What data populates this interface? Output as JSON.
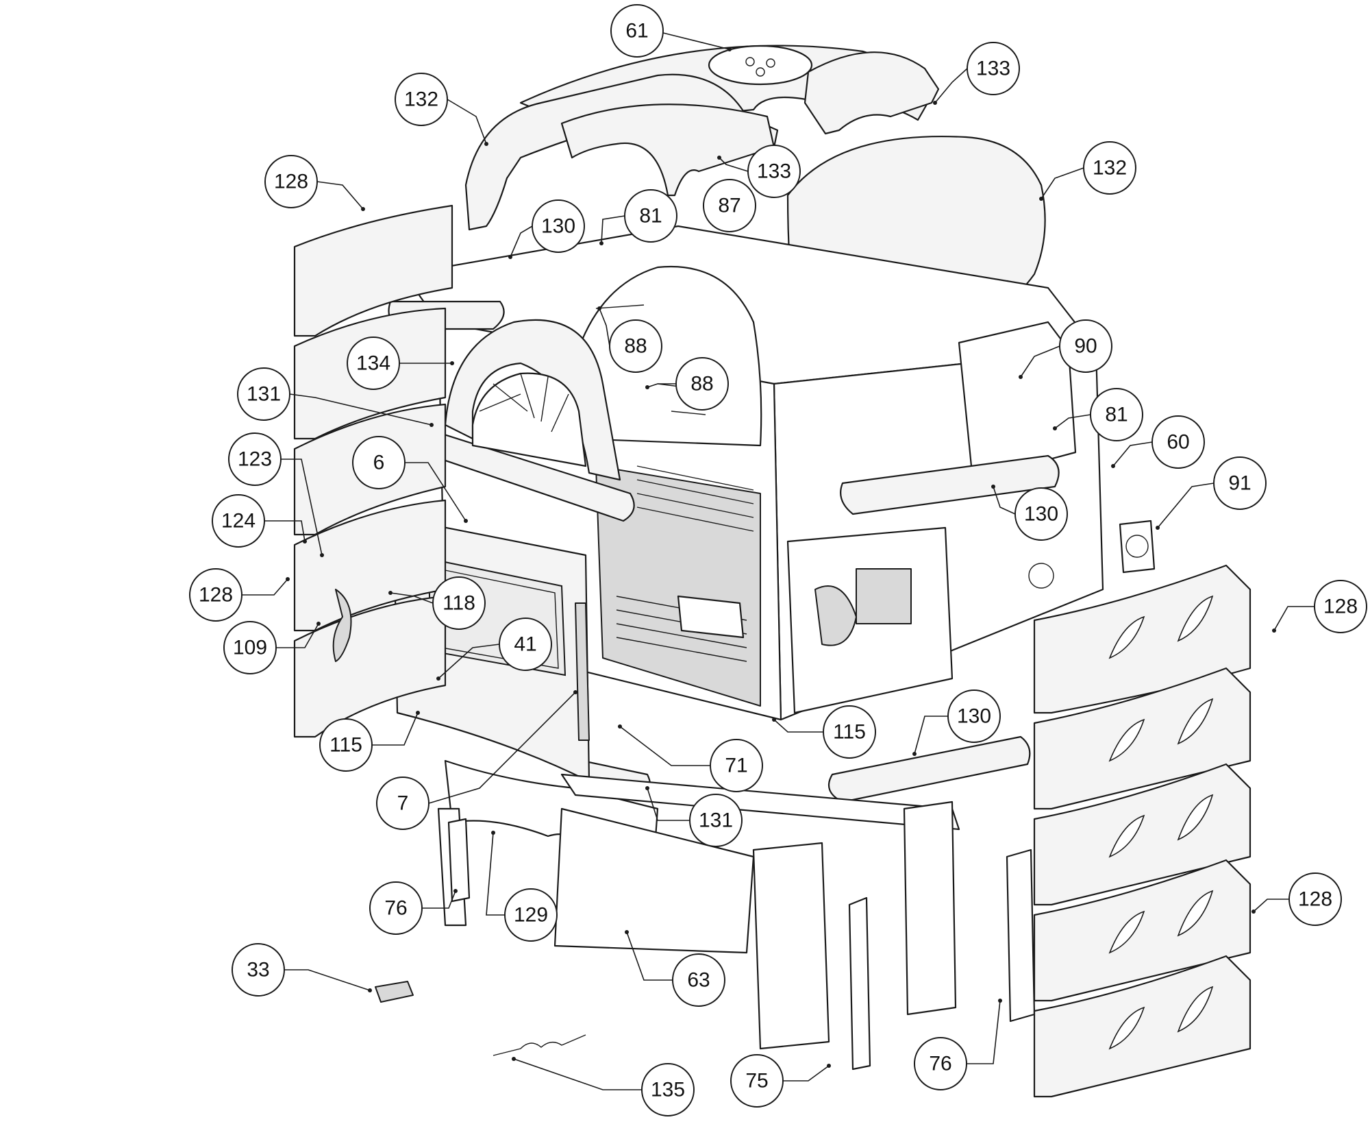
{
  "diagram": {
    "type": "exploded-parts-view",
    "colors": {
      "line": "#1a1a1a",
      "fill": "#f4f4f4",
      "background": "#ffffff"
    },
    "callouts": [
      {
        "label": "61"
      },
      {
        "label": "133"
      },
      {
        "label": "132"
      },
      {
        "label": "133"
      },
      {
        "label": "132"
      },
      {
        "label": "128"
      },
      {
        "label": "87"
      },
      {
        "label": "130"
      },
      {
        "label": "81"
      },
      {
        "label": "88"
      },
      {
        "label": "90"
      },
      {
        "label": "134"
      },
      {
        "label": "88"
      },
      {
        "label": "131"
      },
      {
        "label": "81"
      },
      {
        "label": "60"
      },
      {
        "label": "123"
      },
      {
        "label": "6"
      },
      {
        "label": "91"
      },
      {
        "label": "124"
      },
      {
        "label": "130"
      },
      {
        "label": "128"
      },
      {
        "label": "118"
      },
      {
        "label": "128"
      },
      {
        "label": "41"
      },
      {
        "label": "109"
      },
      {
        "label": "115"
      },
      {
        "label": "115"
      },
      {
        "label": "130"
      },
      {
        "label": "71"
      },
      {
        "label": "7"
      },
      {
        "label": "131"
      },
      {
        "label": "128"
      },
      {
        "label": "76"
      },
      {
        "label": "129"
      },
      {
        "label": "33"
      },
      {
        "label": "63"
      },
      {
        "label": "75"
      },
      {
        "label": "76"
      },
      {
        "label": "135"
      }
    ]
  }
}
